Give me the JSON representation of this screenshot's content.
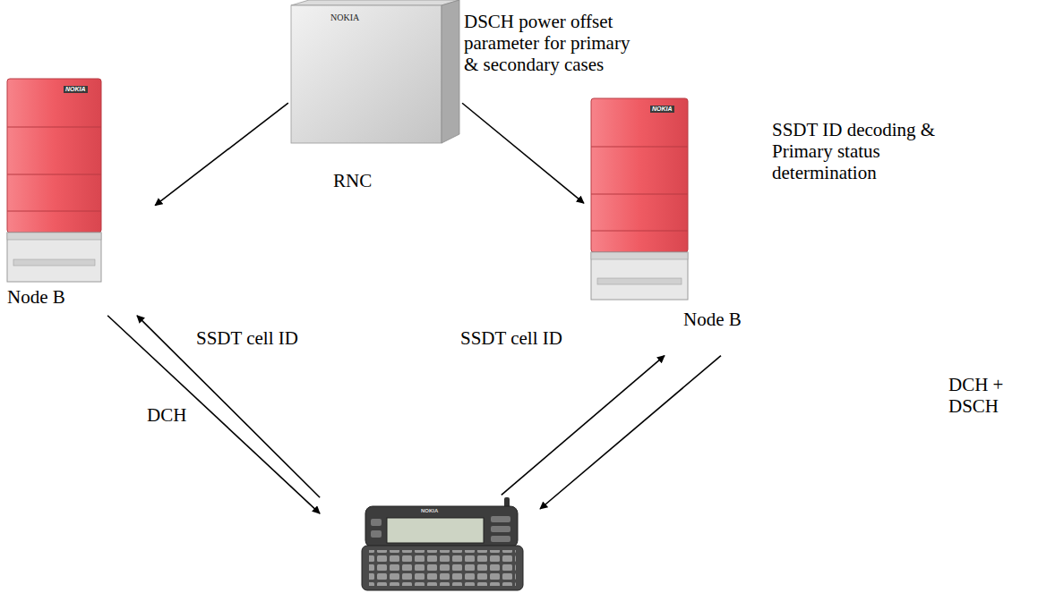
{
  "diagram": {
    "nodes": [
      {
        "text": [
          "NOKIA",
          "RNC"
        ]
      },
      {
        "text": [
          "NOKIA",
          "Node B"
        ]
      },
      {
        "text": [
          "NOKIA",
          "Node B"
        ]
      },
      {
        "text": [
          "NOKIA"
        ]
      }
    ],
    "edges": [
      {
        "from": 0,
        "to": 1,
        "arrow": "to"
      },
      {
        "from": 0,
        "to": 2,
        "arrow": "to"
      },
      {
        "from": 3,
        "to": 1,
        "label": "SSDT cell ID",
        "arrow": "to"
      },
      {
        "from": 3,
        "to": 2,
        "label": "SSDT cell ID",
        "arrow": "to"
      },
      {
        "from": 1,
        "to": 3,
        "label": "DCH",
        "arrow": "to"
      },
      {
        "from": 2,
        "to": 3,
        "label": "DCH + DSCH",
        "arrow": "to"
      }
    ],
    "labels": [
      "DSCH power offset parameter for primary & secondary cases",
      "SSDT ID decoding & Primary status determination"
    ]
  }
}
